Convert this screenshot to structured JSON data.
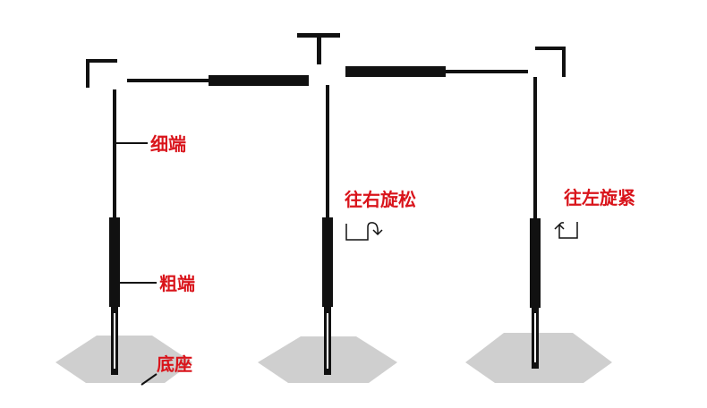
{
  "labels": {
    "thin_end": "细端",
    "thick_end": "粗端",
    "base": "底座",
    "loosen_right": "往右旋松",
    "tighten_left": "往左旋紧"
  },
  "colors": {
    "label": "#d9141b",
    "pole": "#111111",
    "base": "#cfcfcf",
    "background": "#ffffff"
  }
}
